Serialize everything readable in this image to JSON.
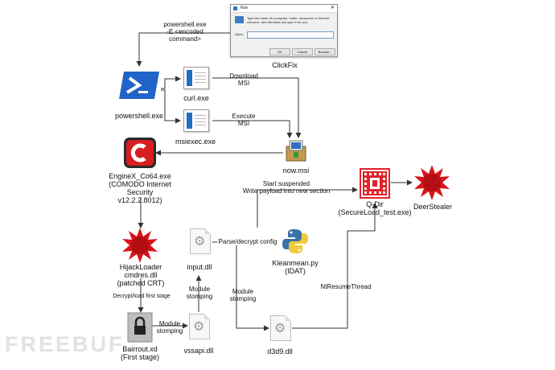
{
  "clickfix": {
    "caption": "ClickFix",
    "dialog": {
      "title": "Run",
      "description": "Type the name of a program, folder, document, or Internet resource, and Windows will open it for you.",
      "open_label": "Open:",
      "buttons": [
        "OK",
        "Cancel",
        "Browse..."
      ]
    }
  },
  "nodes": {
    "powershell": "powershell.exe",
    "curl": "curl.exe",
    "msiexec": "msiexec.exe",
    "now_msi": "now.msi",
    "enginex": "EngineX_Co64.exe\n(COMODO Internet Security\nv12.2.2.8012)",
    "hijackloader": "HijackLoader\ncmdres.dll\n(patched CRT)",
    "bairrout": "Bairrout.xd\n(First stage)",
    "vssapi": "vssapi.dll",
    "input_dll": "input.dll",
    "d3d9": "d3d9.dll",
    "kleanmean": "Kleanmean.py\n(IDAT)",
    "qdir": "Q-Dir\n(SecureLoad_test.exe)",
    "deerstealer": "DeerStealer"
  },
  "edges": {
    "powershell_cmd": "powershell.exe\n-E <encoded\ncommand>",
    "download_msi": "Download\nMSI",
    "execute_msi": "Execute\nMSI",
    "decrypt_load": "Decrypt/load first stage",
    "module_stomping_1": "Module\nstomping",
    "module_stomping_2": "Module\nstomping",
    "module_stomping_3": "Module\nstomping",
    "parse_decrypt": "Parse/decrypt config",
    "start_suspended": "Start suspended\nWrite payload into new section",
    "ntresumethread": "NtResumeThread"
  },
  "watermark": "FREEBUF",
  "colors": {
    "edge": "#333333",
    "powershell": "#1f64c8",
    "comodo_red": "#d91e22",
    "virus_red": "#d7141b",
    "qdir_red": "#e0232a",
    "python_blue": "#3a73a8",
    "python_yellow": "#f3c93c"
  }
}
